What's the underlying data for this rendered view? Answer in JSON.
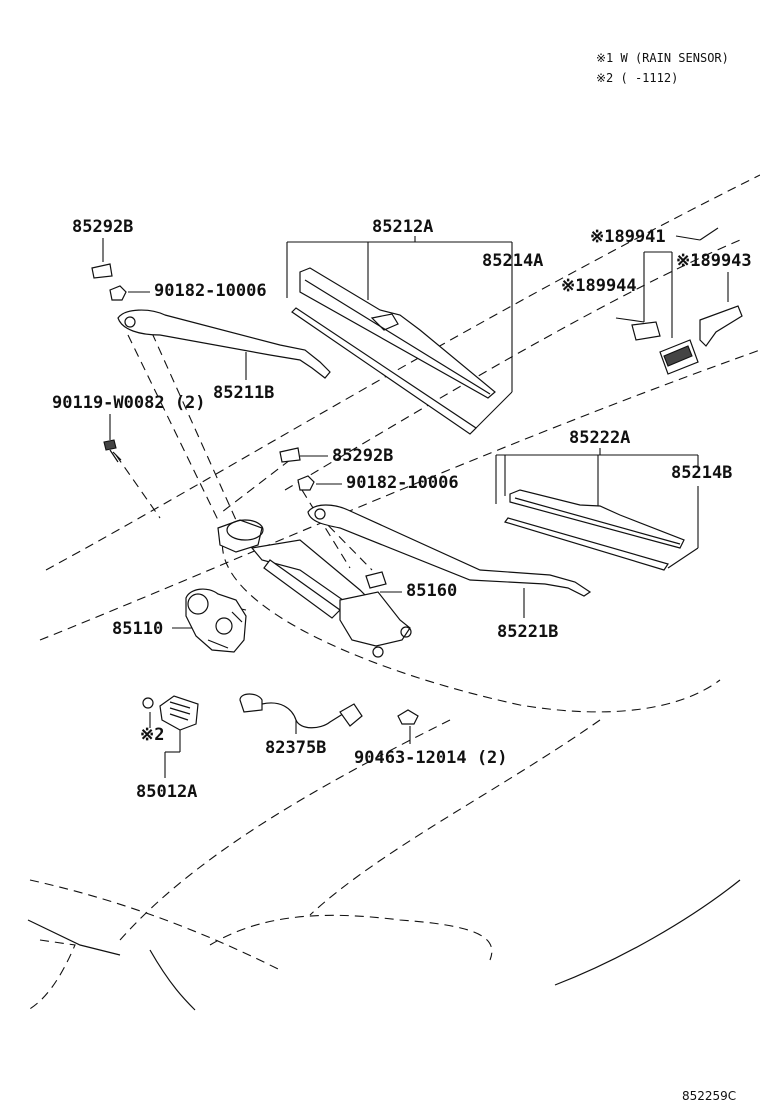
{
  "notes": {
    "note1": "※1 W (RAIN SENSOR)",
    "note2": "※2 (      -1112)"
  },
  "labels": {
    "p85292B_top": "85292B",
    "p90182_top": "90182-10006",
    "p85211B": "85211B",
    "p90119": "90119-W0082 (2)",
    "p85212A": "85212A",
    "p85214A": "85214A",
    "p89941": "※189941",
    "p89943": "※189943",
    "p89944": "※189944",
    "p85292B_mid": "85292B",
    "p90182_mid": "90182-10006",
    "p85222A": "85222A",
    "p85214B": "85214B",
    "p85160": "85160",
    "p85110": "85110",
    "p85221B": "85221B",
    "p82375B": "82375B",
    "p90463": "90463-12014 (2)",
    "star2": "※2",
    "p85012A": "85012A"
  },
  "diagram_code": "852259C"
}
